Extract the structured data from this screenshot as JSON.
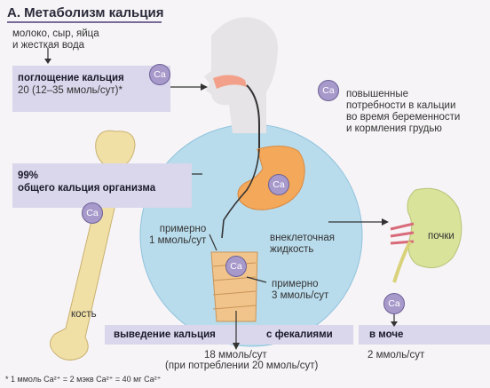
{
  "title": "А. Метаболизм кальция",
  "labels": {
    "food": "молоко, сыр, яйца\nи жесткая вода",
    "absorption_title": "поглощение кальция",
    "absorption_value": "20 (12–35 ммоль/сут)*",
    "pregnancy": "повышенные\nпотребности в кальции\nво время беременности\nи кормления грудью",
    "body_pct": "99%",
    "body_total": "общего кальция организма",
    "approx1": "примерно\n1 ммоль/сут",
    "ecf": "внеклеточная\nжидкость",
    "approx3": "примерно\n3 ммоль/сут",
    "kidneys": "почки",
    "bone": "кость",
    "excretion": "выведение кальция",
    "feces": "с фекалиями",
    "urine": "в моче",
    "feces_value": "18 ммоль/сут",
    "feces_note": "(при потреблении 20 ммоль/сут)",
    "urine_value": "2 ммоль/сут",
    "ca": "Ca"
  },
  "footnote": "* 1 ммоль Ca²⁺ = 2 мэкв Ca²⁺ = 40 мг Ca²⁺"
}
